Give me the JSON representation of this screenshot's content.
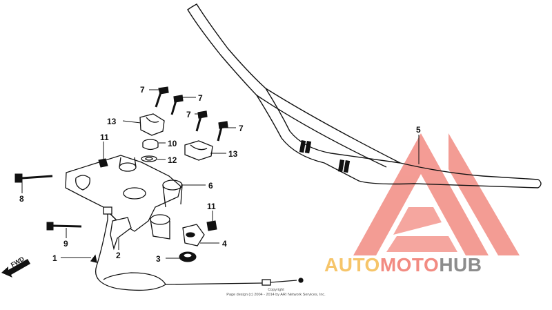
{
  "callouts": {
    "c1": "1",
    "c2": "2",
    "c3": "3",
    "c4": "4",
    "c5": "5",
    "c6": "6",
    "c7a": "7",
    "c7b": "7",
    "c7c": "7",
    "c7d": "7",
    "c8": "8",
    "c9": "9",
    "c10": "10",
    "c11a": "11",
    "c11b": "11",
    "c12": "12",
    "c13a": "13",
    "c13b": "13"
  },
  "direction_label": "FWD",
  "copyright": {
    "line1": "Copyright",
    "line2": "Page design (c) 2004 - 2014 by ARI Network Services, Inc."
  },
  "watermark": {
    "part1": "AUTO",
    "part2": "MOTO",
    "part3": "HUB",
    "colors": {
      "part1": "#f6c56a",
      "part2": "#f28b82",
      "part3": "#8c8c8c",
      "triangle": "#f28b82"
    }
  }
}
